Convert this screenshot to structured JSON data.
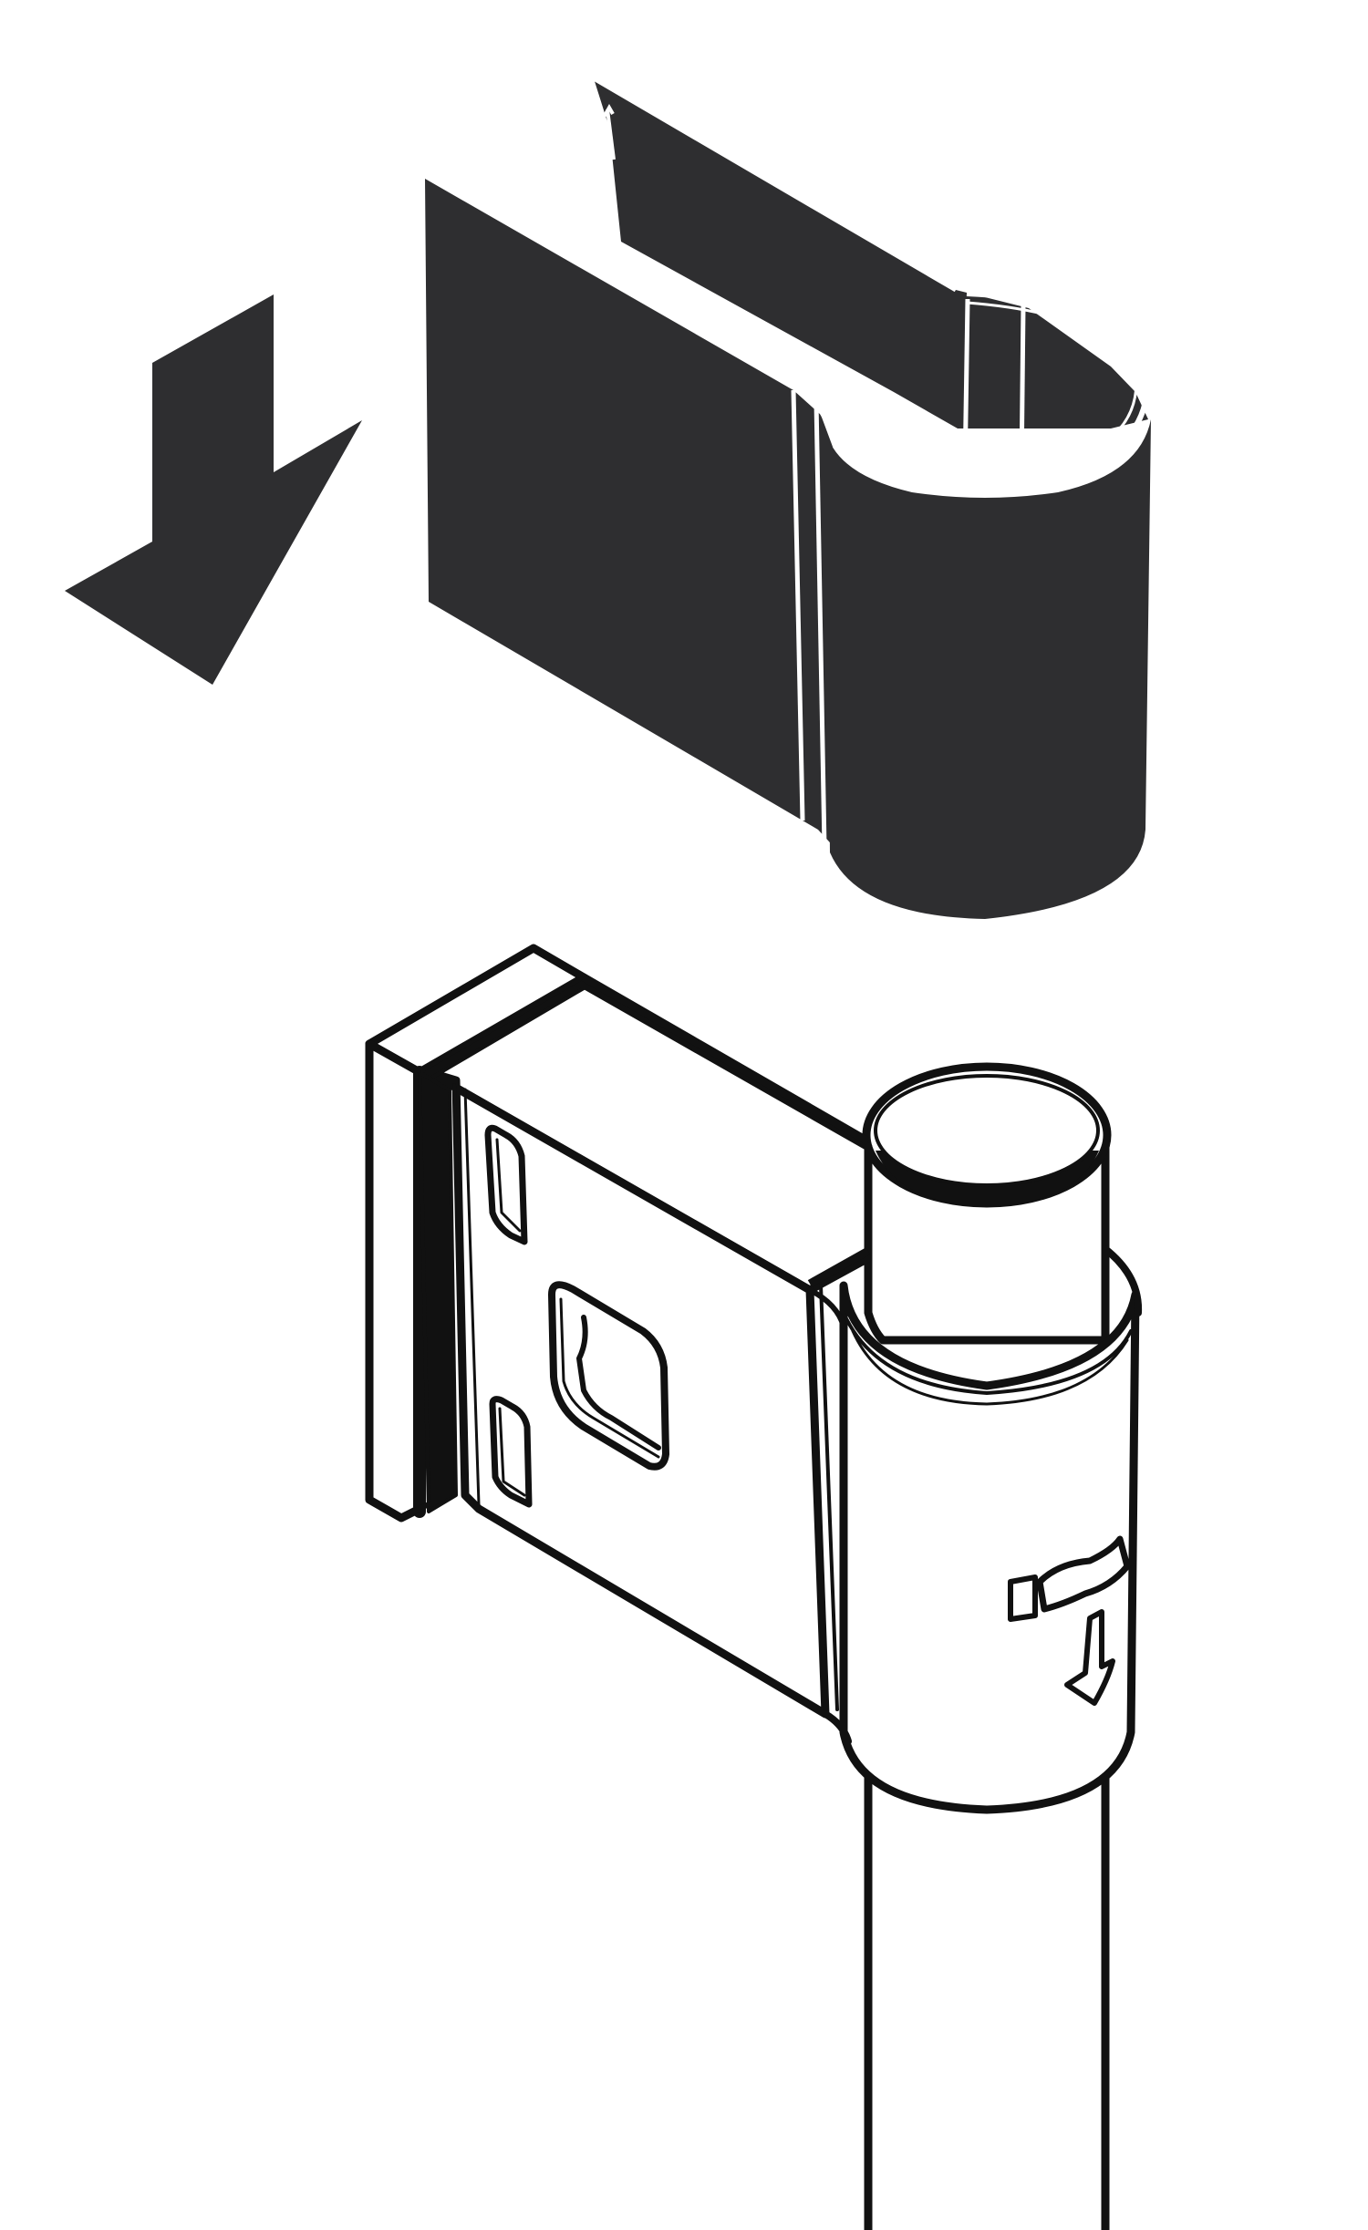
{
  "figure": {
    "background": "#ffffff",
    "fill_color": "#2e2e30",
    "line_color": "#111111",
    "components": [
      "down-arrow-indicator",
      "cap-part",
      "clamp-assembly",
      "pole"
    ]
  },
  "icons": {
    "arrow": "down-arrow-icon",
    "lock": "lock-arrow-icon"
  }
}
